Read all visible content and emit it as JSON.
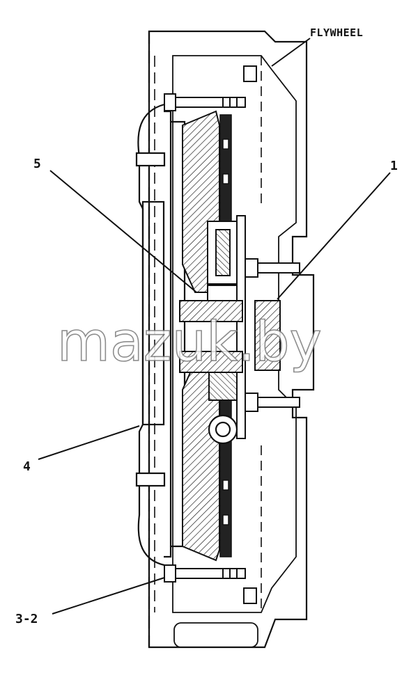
{
  "callouts": {
    "flywheel": "FLYWHEEL",
    "part_1": "1",
    "part_5": "5",
    "part_4": "4",
    "part_3_2": "3-2"
  },
  "watermark": {
    "text": "mazuk.by"
  },
  "colors": {
    "line": "#111111",
    "background": "#ffffff"
  }
}
